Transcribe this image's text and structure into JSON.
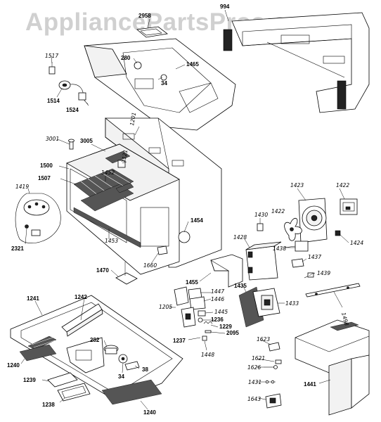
{
  "watermark": "AppliancePartsPros.com",
  "labels": {
    "l994": "994",
    "l2958": "2958",
    "l1517": "1517",
    "l280": "280",
    "l1465": "1465",
    "l34a": "34",
    "l1514": "1514",
    "l1524": "1524",
    "l1201": "1201",
    "l3001": "3001",
    "l3005": "3005",
    "l1121": "1121",
    "l1500": "1500",
    "l1452": "1452",
    "l1419": "1419",
    "l1507": "1507",
    "l1423": "1423",
    "l1422a": "1422",
    "l1422b": "1422",
    "l1430": "1430",
    "l1454": "1454",
    "l1428": "1428",
    "l1424": "1424",
    "l1453": "1453",
    "l1438": "1438",
    "l2321": "2321",
    "l1437": "1437",
    "l1660": "1660",
    "l1439": "1439",
    "l1470": "1470",
    "l1455": "1455",
    "l1435": "1435",
    "l1447": "1447",
    "l1446": "1446",
    "l1433": "1433",
    "l1241": "1241",
    "l1242": "1242",
    "l1205": "1205",
    "l1445": "1445",
    "l1236": "1236",
    "l1229": "1229",
    "l2095": "2095",
    "l1498": "1498",
    "l1237": "1237",
    "l1448": "1448",
    "l1623": "1623",
    "l282": "282",
    "l1621": "1621",
    "l1626": "1626",
    "l1240a": "1240",
    "l38": "38",
    "l34b": "34",
    "l1239": "1239",
    "l1431": "1431",
    "l1441": "1441",
    "l1238": "1238",
    "l1643": "1643",
    "l1240b": "1240"
  }
}
